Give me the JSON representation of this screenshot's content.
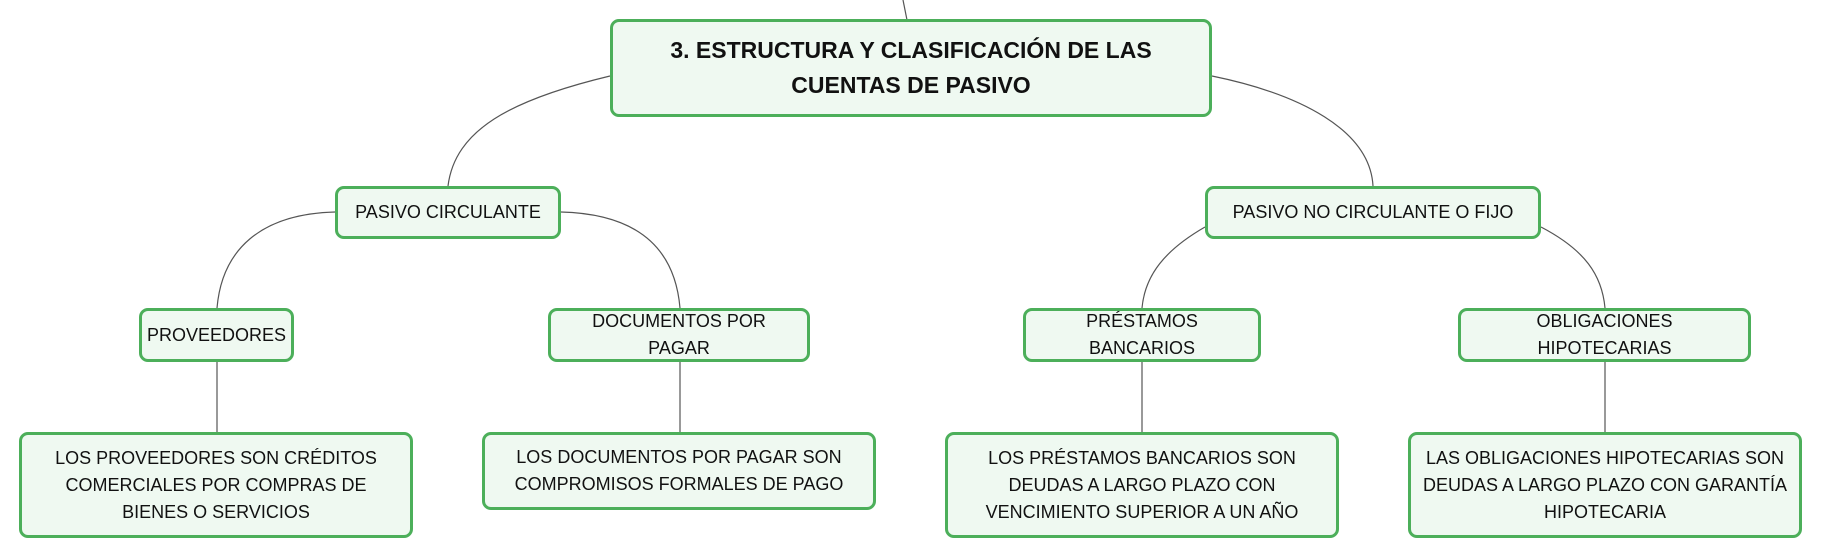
{
  "colors": {
    "node_border": "#4caf5a",
    "node_fill": "#eff9f1",
    "edge": "#555555",
    "text": "#111111"
  },
  "diagram": {
    "root": {
      "label": "3. ESTRUCTURA Y CLASIFICACIÓN DE LAS CUENTAS DE PASIVO"
    },
    "branches": [
      {
        "label": "PASIVO CIRCULANTE",
        "children": [
          {
            "label": "PROVEEDORES",
            "detail": "LOS PROVEEDORES SON CRÉDITOS COMERCIALES POR COMPRAS DE BIENES O SERVICIOS"
          },
          {
            "label": "DOCUMENTOS POR PAGAR",
            "detail": "LOS DOCUMENTOS POR PAGAR SON COMPROMISOS FORMALES DE PAGO"
          }
        ]
      },
      {
        "label": "PASIVO NO CIRCULANTE O FIJO",
        "children": [
          {
            "label": "PRÉSTAMOS BANCARIOS",
            "detail": "LOS PRÉSTAMOS BANCARIOS SON DEUDAS A LARGO PLAZO CON VENCIMIENTO SUPERIOR A UN AÑO"
          },
          {
            "label": "OBLIGACIONES HIPOTECARIAS",
            "detail": "LAS OBLIGACIONES HIPOTECARIAS SON DEUDAS A LARGO PLAZO CON GARANTÍA HIPOTECARIA"
          }
        ]
      }
    ]
  }
}
